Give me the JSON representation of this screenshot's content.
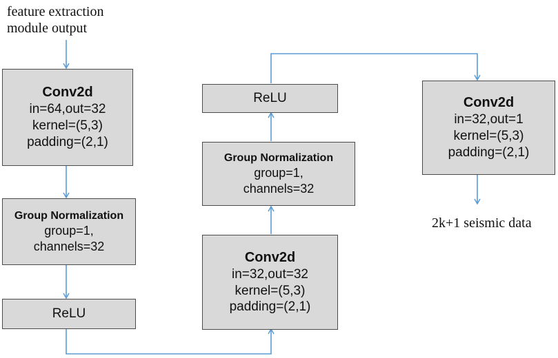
{
  "input_label": {
    "line1": "feature extraction",
    "line2": "module output"
  },
  "output_label": "2k+1 seismic data",
  "blocks": {
    "conv1": {
      "title": "Conv2d",
      "lines": [
        "in=64,out=32",
        "kernel=(5,3)",
        "padding=(2,1)"
      ]
    },
    "gn1": {
      "title": "Group Normalization",
      "lines": [
        "group=1,",
        "channels=32"
      ]
    },
    "relu1": {
      "title": "ReLU"
    },
    "conv2": {
      "title": "Conv2d",
      "lines": [
        "in=32,out=32",
        "kernel=(5,3)",
        "padding=(2,1)"
      ]
    },
    "gn2": {
      "title": "Group Normalization",
      "lines": [
        "group=1,",
        "channels=32"
      ]
    },
    "relu2": {
      "title": "ReLU"
    },
    "conv3": {
      "title": "Conv2d",
      "lines": [
        "in=32,out=1",
        "kernel=(5,3)",
        "padding=(2,1)"
      ]
    }
  },
  "colors": {
    "box_fill": "#d9d9d9",
    "box_border": "#4a4a4a",
    "arrow": "#5b9bd5"
  }
}
